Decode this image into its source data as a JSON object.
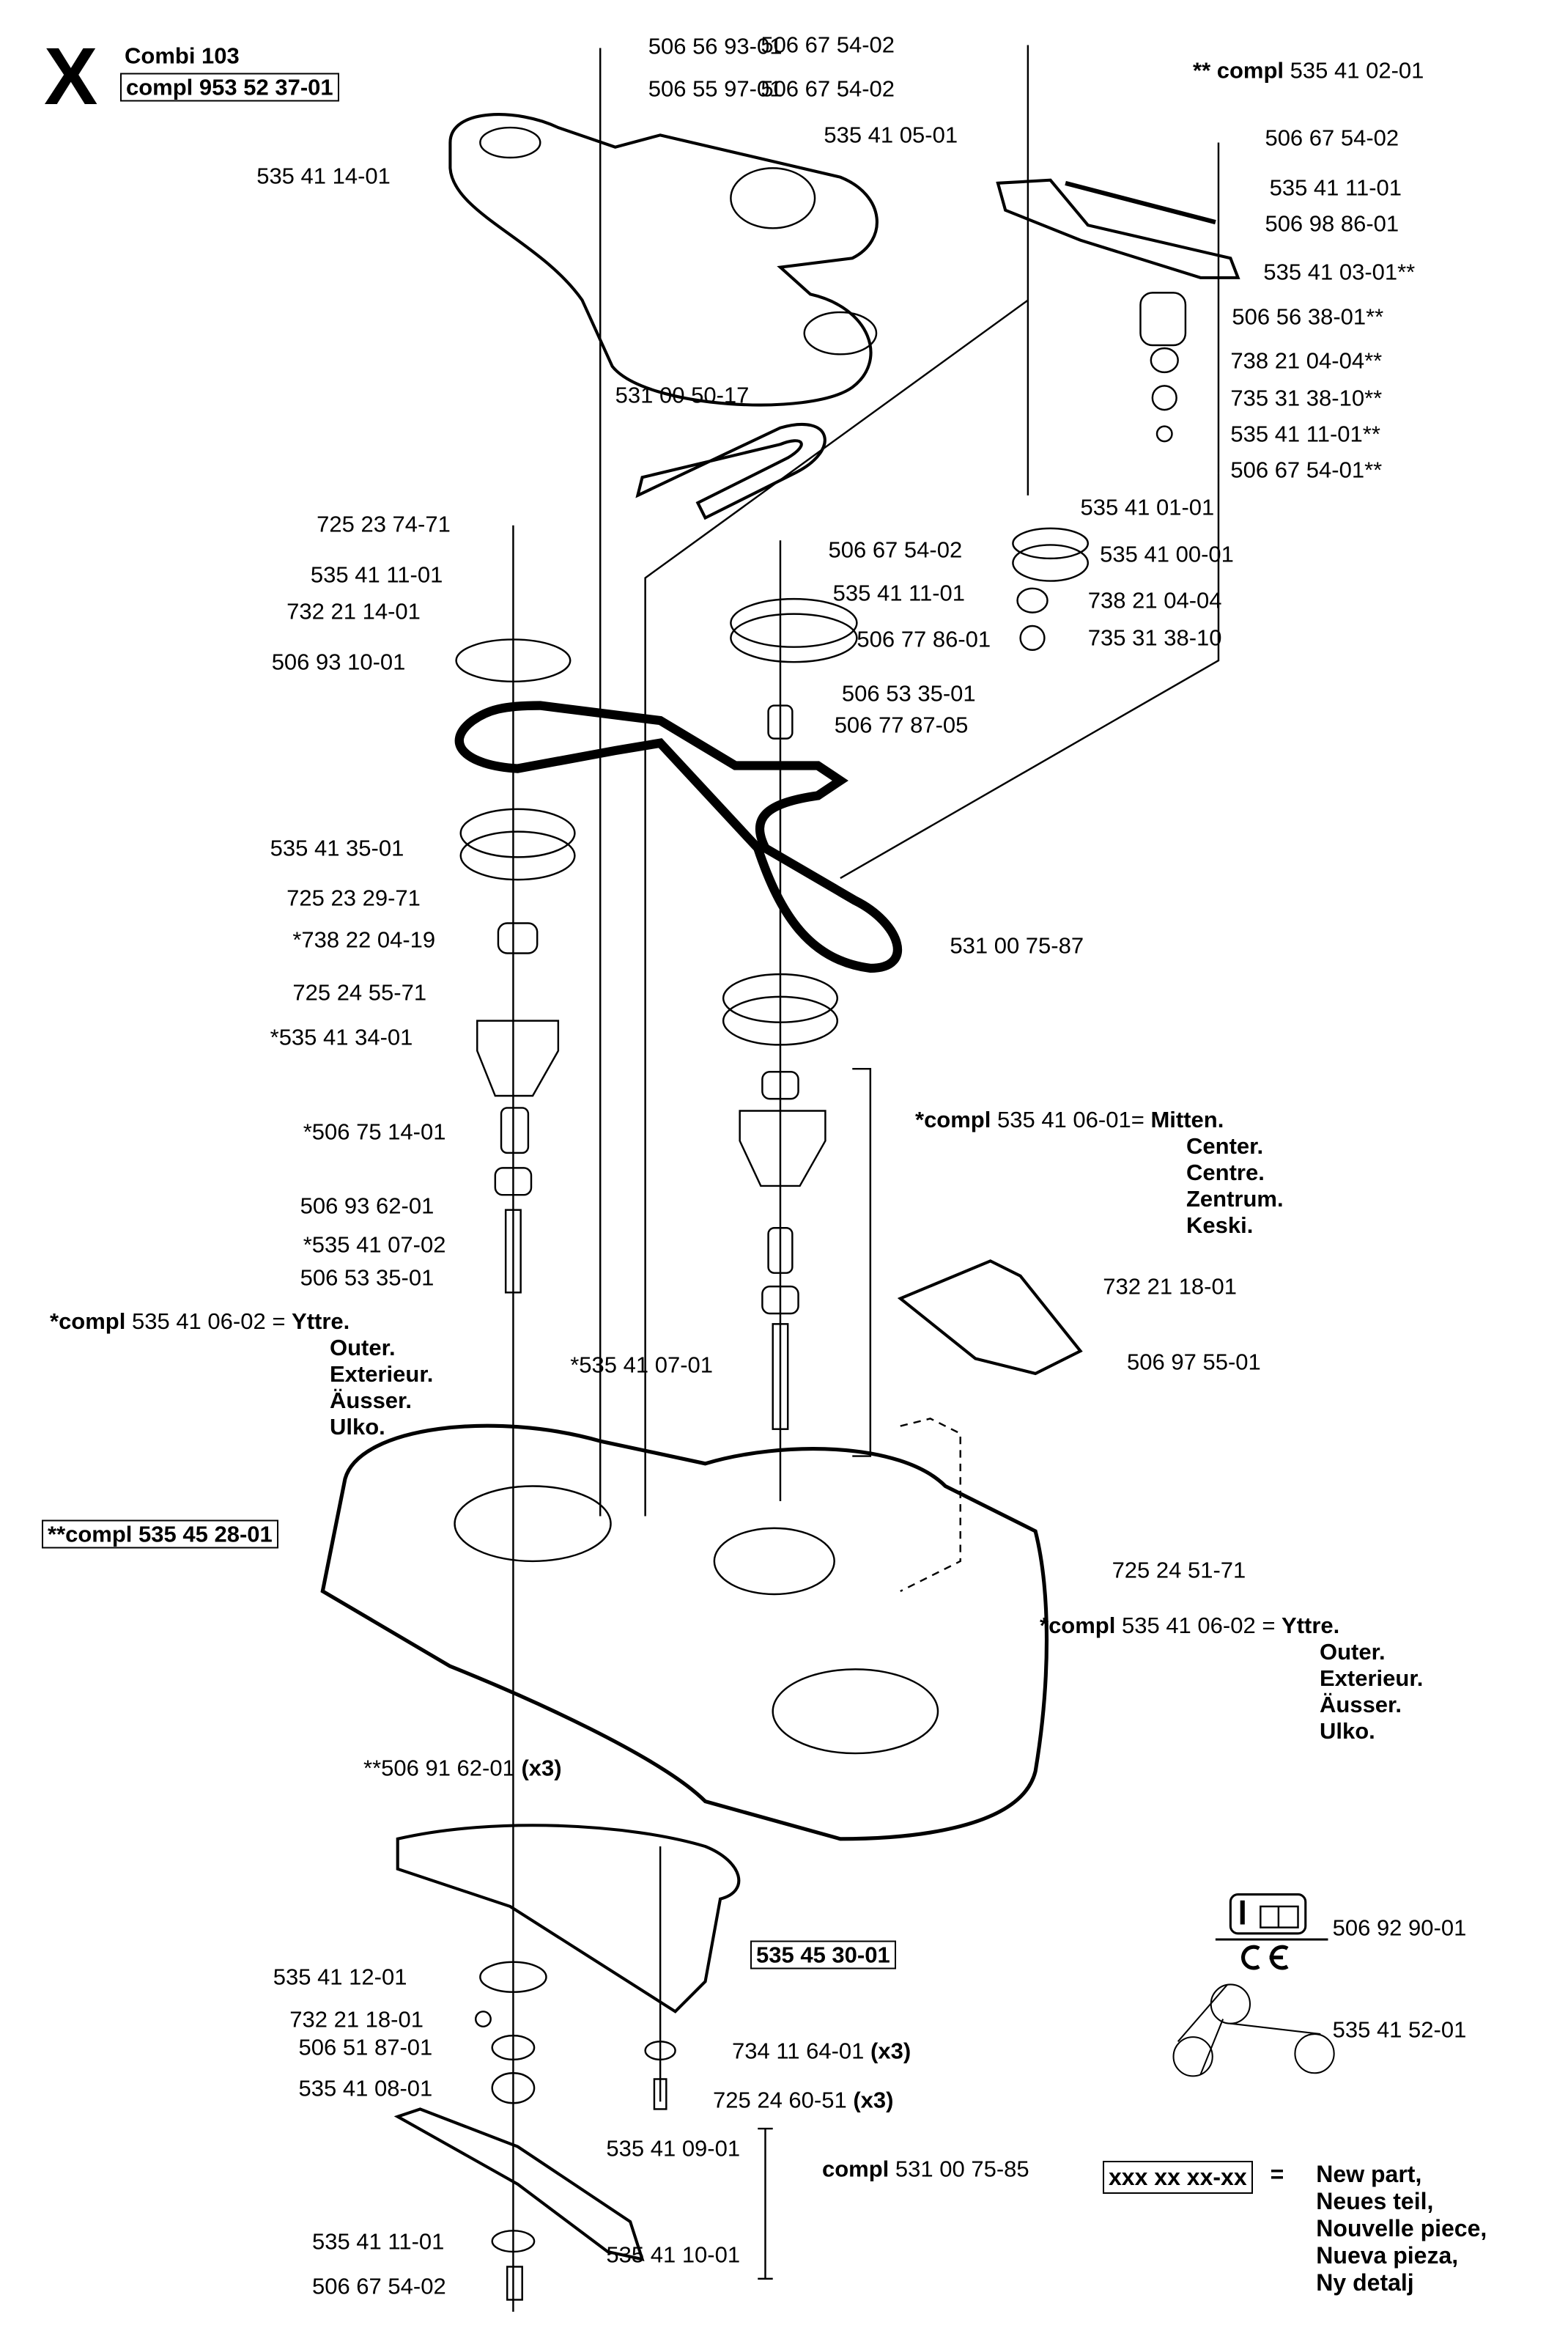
{
  "header": {
    "section_letter": "X",
    "model": "Combi 103",
    "compl": "compl 953 52 37-01"
  },
  "top_right_compl": {
    "prefix": "** compl",
    "number": "535 41 02-01"
  },
  "part_labels": [
    "506 56 93-01",
    "506 55 97-01",
    "506 67 54-02",
    "506 67 54-02",
    "535 41 05-01",
    "506 67 54-02",
    "535 41 11-01",
    "506 98 86-01",
    "535 41 03-01**",
    "506 56 38-01**",
    "738 21 04-04**",
    "735 31 38-10**",
    "535 41 11-01**",
    "506 67 54-01**",
    "535 41 14-01",
    "531 00 50-17",
    "535 41 01-01",
    "535 41 00-01",
    "738 21 04-04",
    "735 31 38-10",
    "506 67 54-02",
    "535 41 11-01",
    "506 77 86-01",
    "506 53 35-01",
    "506 77 87-05",
    "725 23 74-71",
    "535 41 11-01",
    "732 21 14-01",
    "506 93 10-01",
    "535 41 35-01",
    "725 23 29-71",
    "*738 22 04-19",
    "725 24 55-71",
    "*535 41 34-01",
    "*506 75 14-01",
    "506 93 62-01",
    "*535 41 07-02",
    "506 53 35-01",
    "531 00 75-87",
    "732 21 18-01",
    "506 97 55-01",
    "*535 41 07-01",
    "725 24 51-71",
    "535 41 12-01",
    "732 21 18-01",
    "506 51 87-01",
    "535 41 08-01",
    "535 41 09-01",
    "535 41 10-01",
    "535 41 11-01",
    "506 67 54-02",
    "506 92 90-01",
    "535 41 52-01"
  ],
  "qty_labels": [
    {
      "number": "**506 91 62-01",
      "qty": "(x3)"
    },
    {
      "number": "734 11 64-01",
      "qty": "(x3)"
    },
    {
      "number": "725 24 60-51",
      "qty": "(x3)"
    }
  ],
  "boxed_labels": {
    "deck": "**compl 535 45 28-01",
    "new_part": "535 45 30-01"
  },
  "groups": {
    "center": {
      "prefix": "*compl",
      "number": "535 41 06-01=",
      "lines": [
        "Mitten.",
        "Center.",
        "Centre.",
        "Zentrum.",
        "Keski."
      ]
    },
    "outer_left": {
      "prefix": "*compl",
      "number": "535 41 06-02 =",
      "lines": [
        "Yttre.",
        "Outer.",
        "Exterieur.",
        "Äusser.",
        "Ulko."
      ]
    },
    "outer_right": {
      "prefix": "*compl",
      "number": "535 41 06-02 =",
      "lines": [
        "Yttre.",
        "Outer.",
        "Exterieur.",
        "Äusser.",
        "Ulko."
      ]
    },
    "blade": {
      "prefix": "compl",
      "number": "531 00 75-85"
    }
  },
  "legend": {
    "pattern": "xxx xx xx-xx",
    "equals": "=",
    "lines": [
      "New part,",
      "Neues teil,",
      "Nouvelle piece,",
      "Nueva pieza,",
      "Ny detalj"
    ]
  },
  "icons": [
    "info-manual-icon",
    "ce-mark-icon",
    "belt-routing-icon"
  ]
}
